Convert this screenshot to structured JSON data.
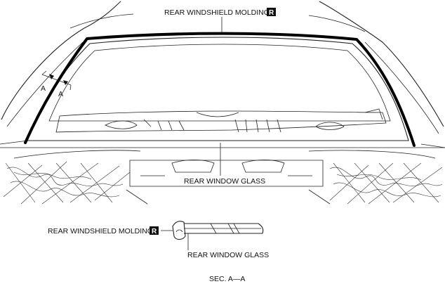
{
  "diagram": {
    "top_label": "REAR WINDSHIELD MOLDING",
    "top_badge": "R",
    "glass_label": "REAR WINDOW GLASS",
    "marker_a_upper": "A",
    "marker_a_lower": "A",
    "section": {
      "molding_label": "REAR WINDSHIELD MOLDING",
      "molding_badge": "R",
      "glass_label": "REAR WINDOW GLASS",
      "caption": "SEC. A—A"
    }
  }
}
